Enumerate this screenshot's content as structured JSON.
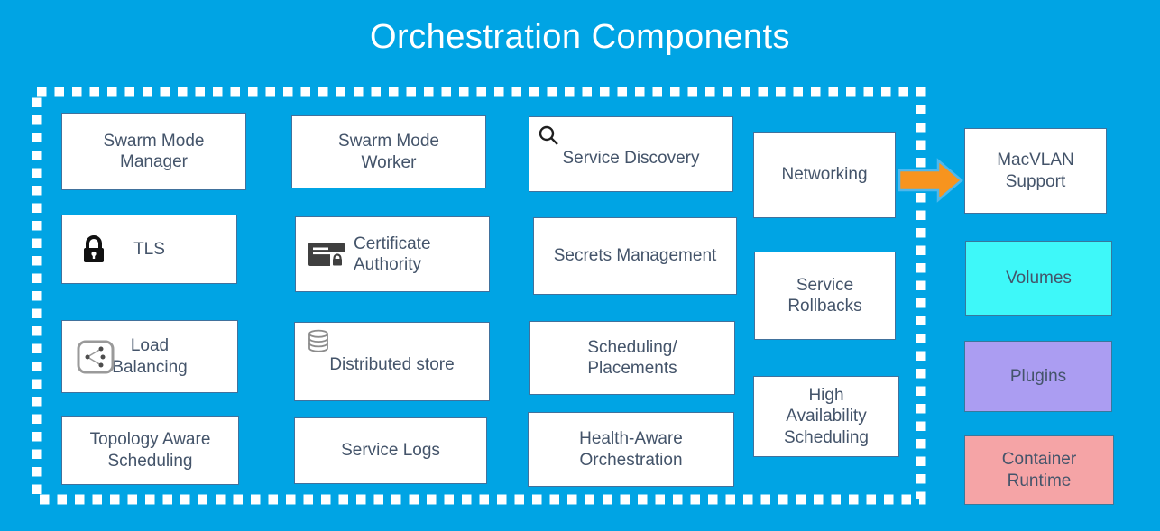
{
  "title": "Orchestration Components",
  "palette": {
    "background": "#00A4E4",
    "box_fill": "#FFFFFF",
    "box_border": "#41719C",
    "box_text": "#44546A",
    "title_text": "#FFFFFF",
    "dashed_border": "#FFFFFF",
    "arrow_fill": "#F7941E",
    "arrow_stroke": "#4FB7EC",
    "volumes_fill": "#3EF8F9",
    "plugins_fill": "#AB9DF2",
    "container_runtime_fill": "#F5A4A6"
  },
  "boxes": {
    "swarm_mode_manager": {
      "label": "Swarm Mode\nManager"
    },
    "swarm_mode_worker": {
      "label": "Swarm Mode\nWorker"
    },
    "service_discovery": {
      "label": "Service Discovery",
      "icon": "search-icon"
    },
    "networking": {
      "label": "Networking"
    },
    "macvlan_support": {
      "label": "MacVLAN\nSupport"
    },
    "tls": {
      "label": "TLS",
      "icon": "lock-icon"
    },
    "certificate_authority": {
      "label": "Certificate\nAuthority",
      "icon": "certificate-icon"
    },
    "secrets_management": {
      "label": "Secrets Management"
    },
    "service_rollbacks": {
      "label": "Service\nRollbacks"
    },
    "volumes": {
      "label": "Volumes"
    },
    "load_balancing": {
      "label": "Load\nBalancing",
      "icon": "load-balancer-icon"
    },
    "distributed_store": {
      "label": "Distributed store",
      "icon": "database-icon"
    },
    "scheduling_placements": {
      "label": "Scheduling/\nPlacements"
    },
    "high_availability_scheduling": {
      "label": "High\nAvailability\nScheduling"
    },
    "plugins": {
      "label": "Plugins"
    },
    "topology_aware_scheduling": {
      "label": "Topology Aware\nScheduling"
    },
    "service_logs": {
      "label": "Service Logs"
    },
    "health_aware_orchestration": {
      "label": "Health-Aware\nOrchestration"
    },
    "container_runtime": {
      "label": "Container\nRuntime"
    }
  }
}
